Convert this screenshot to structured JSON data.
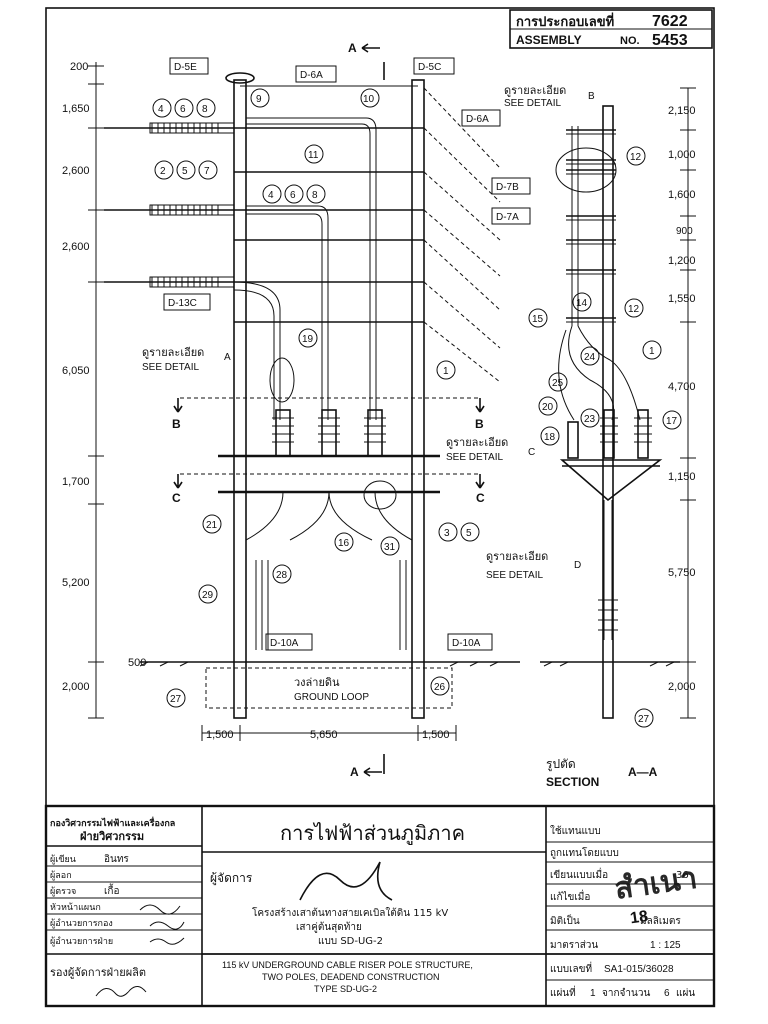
{
  "assembly": {
    "label_thai": "การประกอบเลขที่",
    "label_en": "ASSEMBLY",
    "no_label": "NO.",
    "number_1": "7622",
    "number_2": "5453"
  },
  "section_marks": {
    "a": "A",
    "b": "B",
    "c": "C",
    "d": "D"
  },
  "detail_refs": {
    "d5e": "D-5E",
    "d6a_top": "D-6A",
    "d5c": "D-5C",
    "d6a_right": "D-6A",
    "d7b": "D-7B",
    "d7a": "D-7A",
    "d13c": "D-13C",
    "d10a_left": "D-10A",
    "d10a_right": "D-10A"
  },
  "see_detail": {
    "thai": "ดูรายละเอียด",
    "en": "SEE DETAIL"
  },
  "left_dims": [
    "200",
    "1,650",
    "2,600",
    "2,600",
    "6,050",
    "1,700",
    "5,200",
    "500",
    "2,000"
  ],
  "right_dims": [
    "2,150",
    "1,000",
    "1,600",
    "900",
    "1,200",
    "1,550",
    "4,700",
    "1,150",
    "5,750",
    "2,000"
  ],
  "bottom_dims": [
    "1,500",
    "5,650",
    "1,500"
  ],
  "callouts": {
    "c468a": [
      "4",
      "6",
      "8"
    ],
    "c257": [
      "2",
      "5",
      "7"
    ],
    "c468b": [
      "4",
      "6",
      "8"
    ],
    "c35": [
      "3",
      "5"
    ],
    "singles": [
      "9",
      "10",
      "11",
      "19",
      "1",
      "21",
      "16",
      "31",
      "28",
      "29",
      "27",
      "26",
      "12",
      "12",
      "14",
      "15",
      "24",
      "25",
      "1",
      "20",
      "23",
      "17",
      "18",
      "27"
    ]
  },
  "ground_loop": {
    "thai": "วงล่ายดิน",
    "en": "GROUND LOOP"
  },
  "section": {
    "thai": "รูปตัด",
    "en": "SECTION",
    "label": "A—A"
  },
  "title_block": {
    "dept_line1": "กองวิศวกรรมไฟฟ้าและเครื่องกล",
    "dept_line2": "ฝ่ายวิศวกรรม",
    "org": "การไฟฟ้าส่วนภูมิภาค",
    "manager_label": "ผู้จัดการ",
    "title_thai_1": "โครงสร้างเสาต้นทางสายเคเบิลใต้ดิน 115 kV",
    "title_thai_2": "เสาคู่ต้นสุดท้าย",
    "title_thai_3": "แบบ SD-UG-2",
    "title_en_1": "115 kV UNDERGROUND CABLE RISER POLE STRUCTURE,",
    "title_en_2": "TWO POLES, DEADEND CONSTRUCTION",
    "title_en_3": "TYPE SD-UG-2",
    "deputy_label": "รองผู้จัดการฝ่ายผลิต",
    "left_rows": [
      {
        "label": "ผู้เขียน",
        "value": "อินทร"
      },
      {
        "label": "ผู้ลอก",
        "value": ""
      },
      {
        "label": "ผู้ตรวจ",
        "value": "เกื้อ"
      },
      {
        "label": "หัวหน้าแผนก",
        "value": ""
      },
      {
        "label": "ผู้อำนวยการกอง",
        "value": ""
      },
      {
        "label": "ผู้อำนวยการฝ่าย",
        "value": ""
      }
    ],
    "right_rows": [
      {
        "label": "ใช้แทนแบบ",
        "value": ""
      },
      {
        "label": "ถูกแทนโดยแบบ",
        "value": ""
      },
      {
        "label": "เขียนแบบเมื่อ",
        "value": "36"
      },
      {
        "label": "แก้ไขเมื่อ",
        "value": ""
      },
      {
        "label": "มิติเป็น",
        "value": "มิลลิเมตร"
      },
      {
        "label": "มาตราส่วน",
        "value": "1 : 125"
      }
    ],
    "drawing_no_label": "แบบเลขที่",
    "drawing_no": "SA1-015/36028",
    "sheet_label": "แผ่นที่",
    "sheet_no": "1",
    "sheet_total_label": "จากจำนวน",
    "sheet_total": "6",
    "sheet_unit": "แผ่น",
    "stamp": "สำเนา",
    "stamp_no": "18"
  }
}
